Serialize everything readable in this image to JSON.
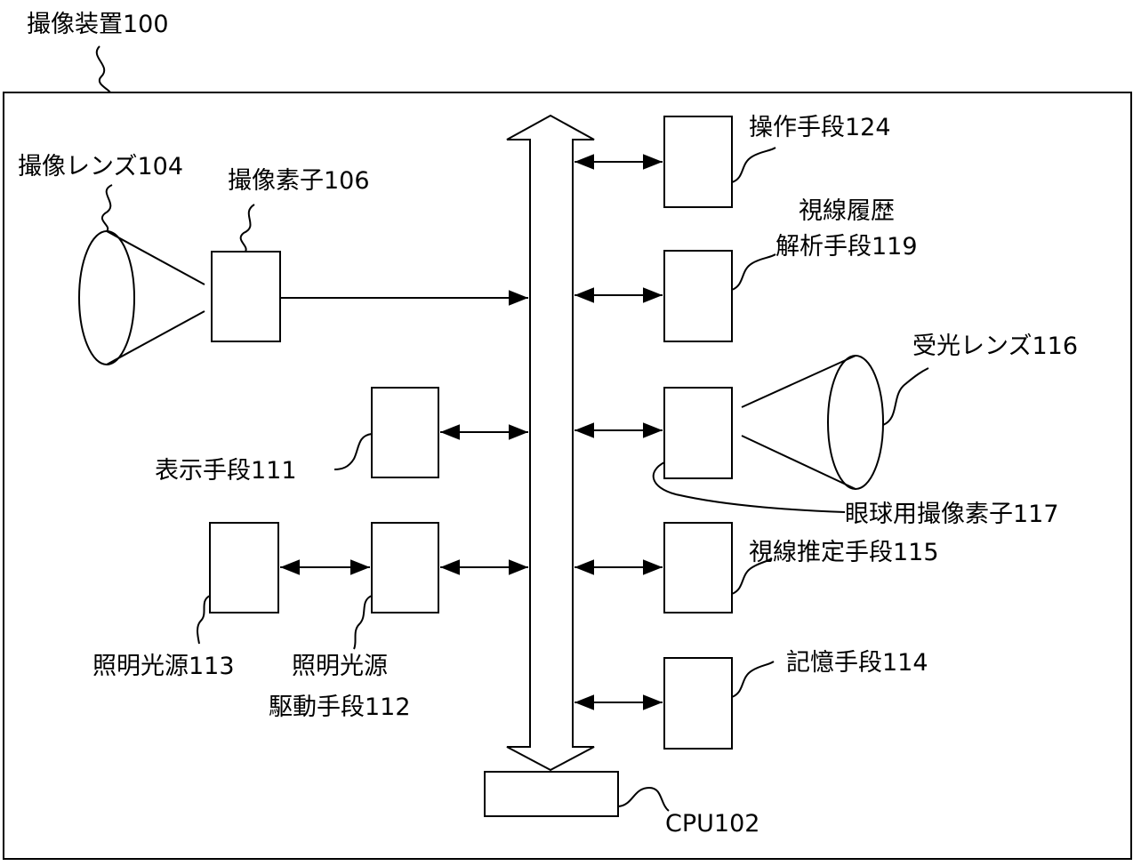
{
  "device": {
    "title": "撮像装置100",
    "cpu": "CPU102",
    "camera_lens": "撮像レンズ104",
    "image_sensor": "撮像素子106",
    "display": "表示手段111",
    "illumination_source": "照明光源113",
    "illumination_driver": [
      "照明光源",
      "駆動手段112"
    ],
    "operation": "操作手段124",
    "gaze_history": [
      "視線履歴",
      "解析手段119"
    ],
    "receiving_lens": "受光レンズ116",
    "eyeball_sensor": "眼球用撮像素子117",
    "gaze_estimation": "視線推定手段115",
    "storage": "記憶手段114"
  }
}
